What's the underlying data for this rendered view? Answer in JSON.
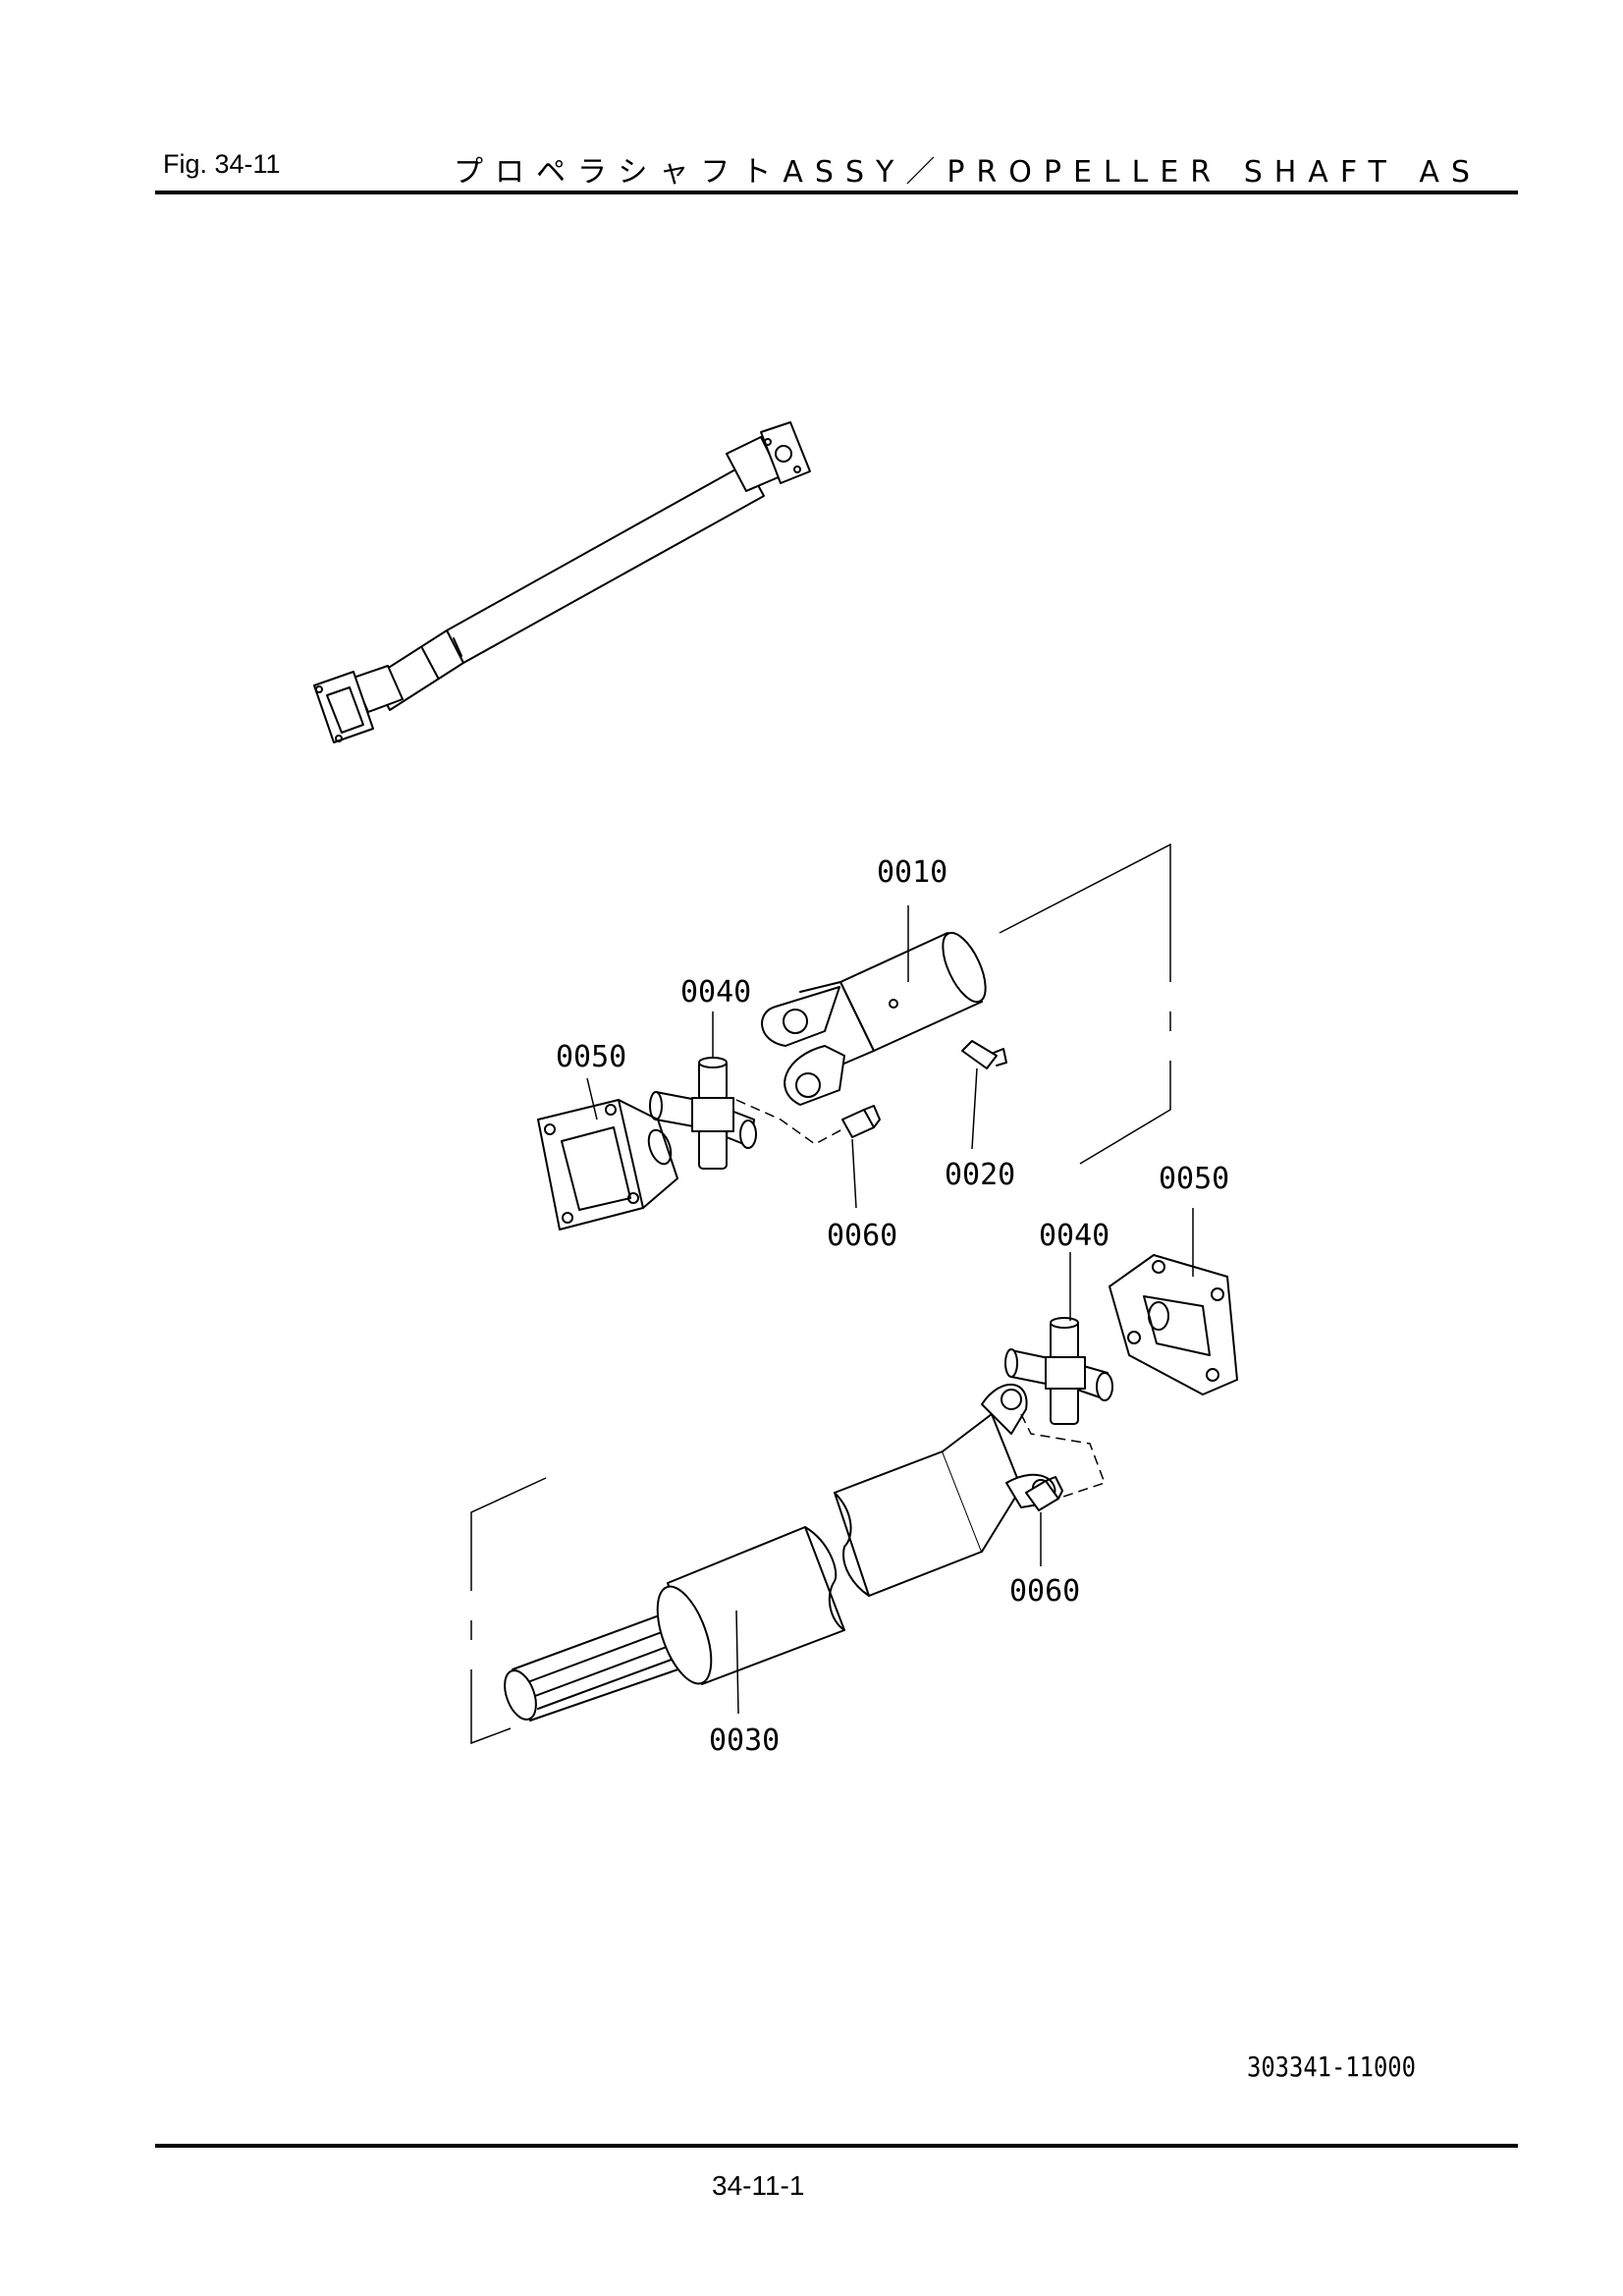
{
  "header": {
    "figure_no": "Fig.  34-11",
    "title": "プロペラシャフトASSY／PROPELLER SHAFT AS"
  },
  "callouts": {
    "c0010": "0010",
    "c0020": "0020",
    "c0030": "0030",
    "c0040_upper": "0040",
    "c0040_lower": "0040",
    "c0050_upper": "0050",
    "c0050_lower": "0050",
    "c0060_upper": "0060",
    "c0060_lower": "0060"
  },
  "footer": {
    "drawing_code": "303341-11000",
    "page_number": "34-11-1"
  }
}
